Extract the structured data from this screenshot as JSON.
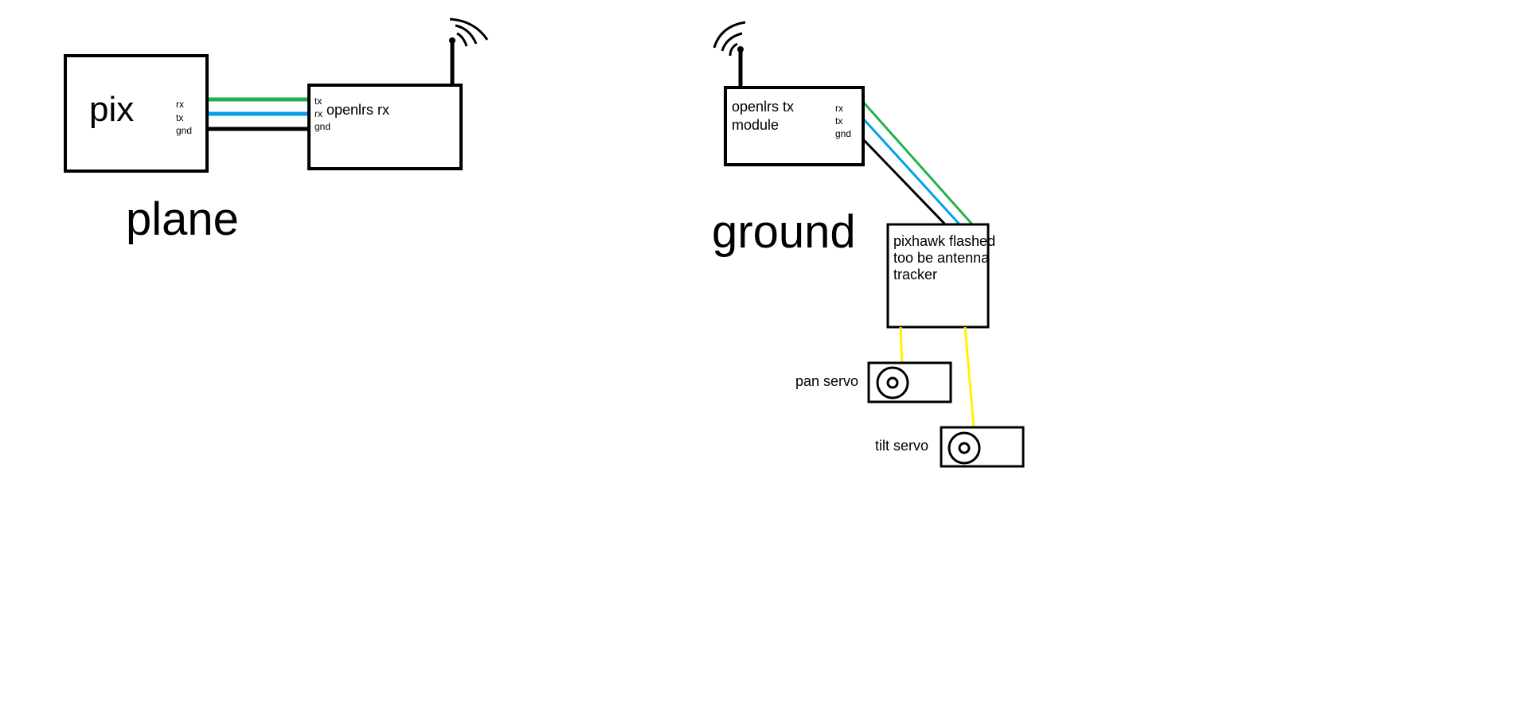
{
  "plane_side": {
    "caption": "plane",
    "pix_box": {
      "label": "pix",
      "pins": [
        "rx",
        "tx",
        "gnd"
      ]
    },
    "rx_box": {
      "label": "openlrs rx",
      "pins": [
        "tx",
        "rx",
        "gnd"
      ]
    }
  },
  "ground_side": {
    "caption": "ground",
    "tx_module": {
      "label_line1": "openlrs tx",
      "label_line2": "module",
      "pins": [
        "rx",
        "tx",
        "gnd"
      ]
    },
    "tracker": {
      "line1": "pixhawk flashed",
      "line2": "too be antenna",
      "line3": "tracker"
    },
    "pan_servo": {
      "label": "pan servo"
    },
    "tilt_servo": {
      "label": "tilt servo"
    }
  },
  "colors": {
    "wire_green": "#22b14c",
    "wire_blue": "#00a2e8",
    "wire_black": "#000000",
    "wire_yellow": "#fff200"
  },
  "icons": [
    "antenna-icon",
    "servo-horn-icon"
  ]
}
